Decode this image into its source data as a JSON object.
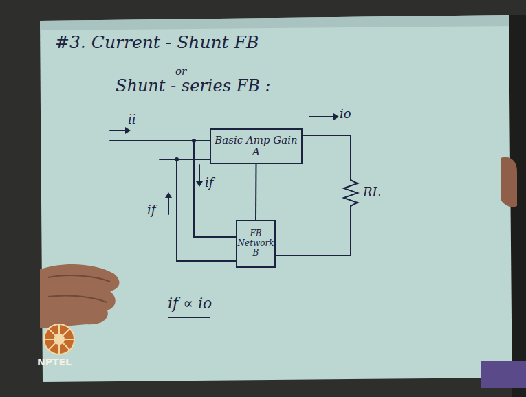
{
  "diagram": {
    "title": "#3. Current - Shunt FB",
    "nodes": [
      {
        "text": [
          "Basic Amp Gain A"
        ]
      },
      {
        "text": [
          "FB Network B"
        ]
      }
    ],
    "edges": [
      {
        "from": 0,
        "to": 1,
        "arrow": "none"
      },
      {
        "from": 1,
        "to": 0,
        "arrow": "none"
      }
    ],
    "labels": [
      "or",
      "Shunt - series FB :",
      "ii",
      "io",
      "RL",
      "if",
      "if",
      "if ∝ io",
      "NPTEL"
    ]
  }
}
